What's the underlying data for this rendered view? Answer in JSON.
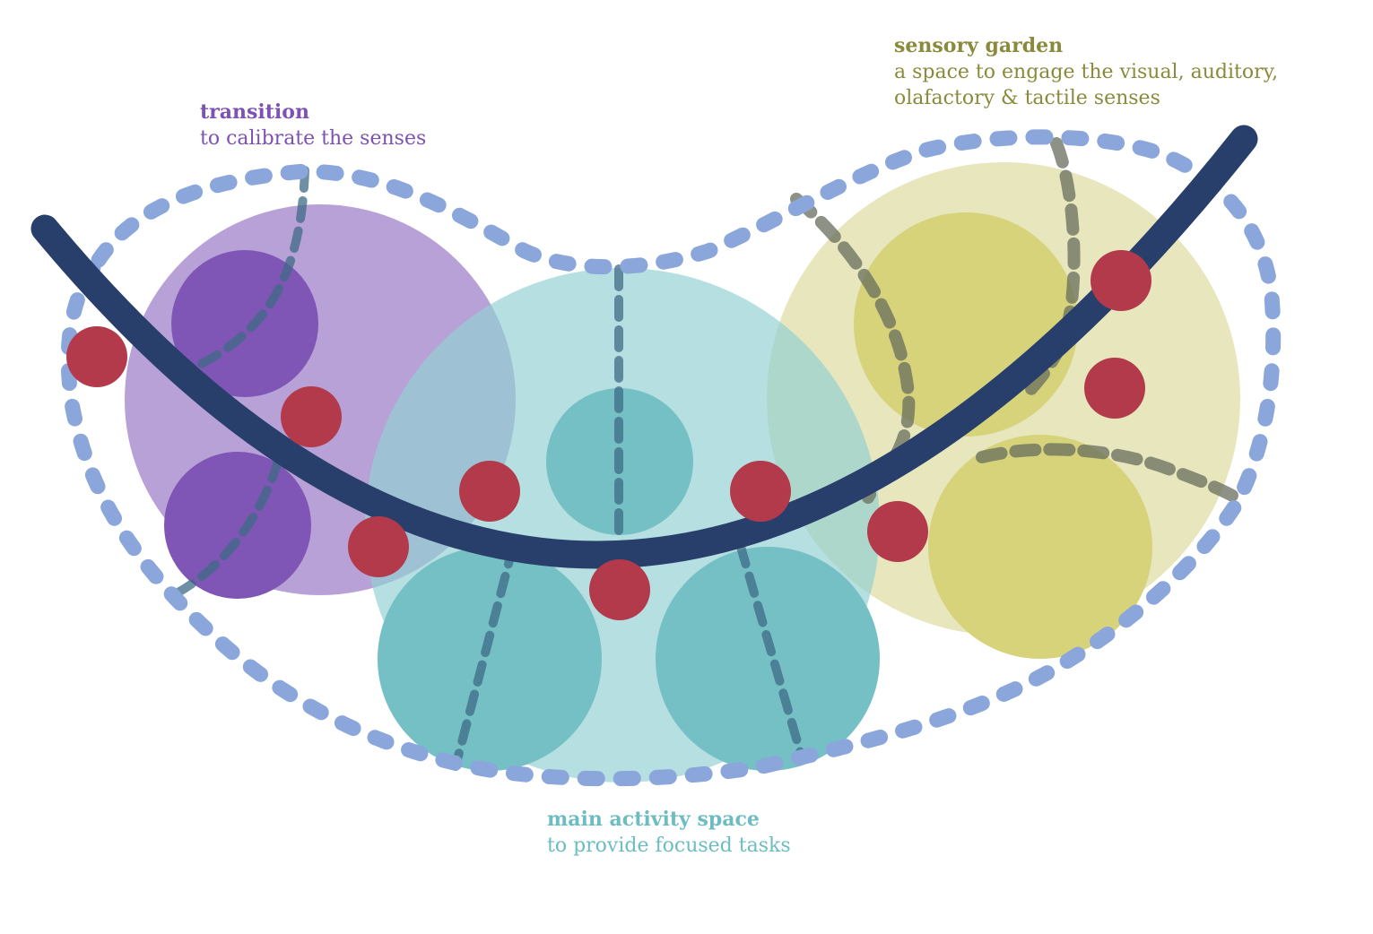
{
  "zones": {
    "transition": {
      "title": "transition",
      "description": "to calibrate the senses",
      "color": "#7d52b2",
      "outer_fill": "#b7a1d6",
      "inner_fill": "#7f56b5"
    },
    "sensory_garden": {
      "title": "sensory garden",
      "description_line1": "a space to engage the visual,  auditory,",
      "description_line2": "olafactory & tactile senses",
      "color": "#8a8a3c",
      "outer_fill": "#e7e6bd",
      "inner_fill": "#d6d37a"
    },
    "main_activity": {
      "title": "main activity space",
      "description": "to provide focused tasks",
      "color": "#6cbcc0",
      "outer_fill": "#b5e0e2",
      "inner_fill": "#74c0c5"
    }
  },
  "colors": {
    "path_stroke": "#283e6b",
    "boundary_dash": "#8aa6db",
    "divider_dash": "#3f6b86",
    "node_fill": "#b23a4b"
  }
}
